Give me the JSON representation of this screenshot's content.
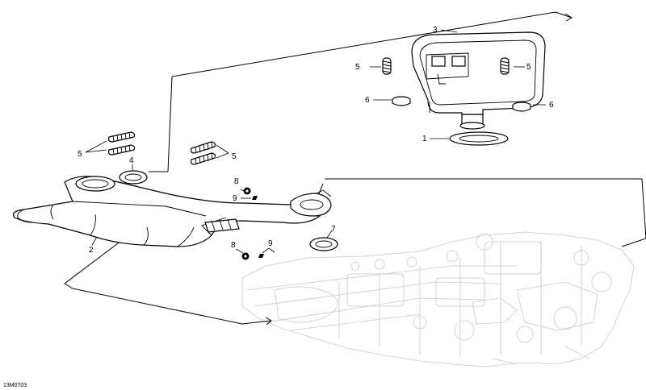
{
  "diagram": {
    "reference_code": "13M0703",
    "callouts": {
      "c1": "1",
      "c2": "2",
      "c3": "3",
      "c4": "4",
      "c5a": "5",
      "c5b": "5",
      "c5c": "5",
      "c5d": "5",
      "c6a": "6",
      "c6b": "6",
      "c7": "7",
      "c8a": "8",
      "c8b": "8",
      "c9a": "9",
      "c9b": "9"
    }
  }
}
